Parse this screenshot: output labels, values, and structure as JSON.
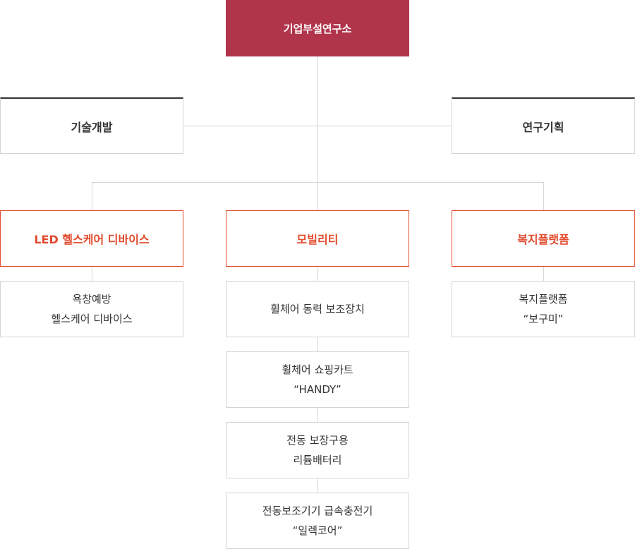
{
  "top": {
    "label": "기업부설연구소"
  },
  "departments": [
    {
      "label": "기술개발"
    },
    {
      "label": "연구기획"
    }
  ],
  "divisions": [
    {
      "label": "LED 헬스케어 디바이스"
    },
    {
      "label": "모빌리티"
    },
    {
      "label": "복지플랫폼"
    }
  ],
  "led_products": [
    {
      "lines": [
        "욕창예방",
        "헬스케어 디바이스"
      ]
    }
  ],
  "mobility_products": [
    {
      "lines": [
        "휠체어 동력 보조장치"
      ]
    },
    {
      "lines": [
        "휠체어 쇼핑카트",
        "“HANDY”"
      ]
    },
    {
      "lines": [
        "전동 보장구용",
        "리튬배터리"
      ]
    },
    {
      "lines": [
        "전동보조기기 급속충전기",
        "“일렉코어”"
      ]
    }
  ],
  "welfare_products": [
    {
      "lines": [
        "복지플랫폼",
        "“보구미”"
      ]
    }
  ],
  "colors": {
    "top_fill": "#b0344a",
    "division_accent": "#e24a2c",
    "department_border": "#333333",
    "connector": "#d6d6d6"
  }
}
